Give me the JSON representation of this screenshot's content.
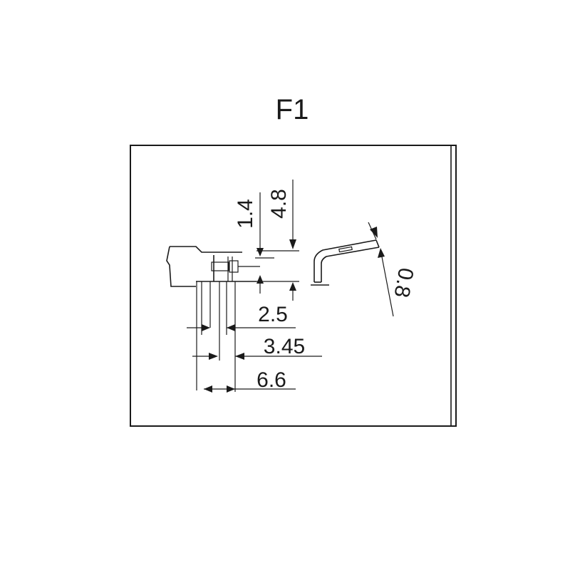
{
  "title": "F1",
  "dimensions": {
    "d_1_4": "1.4",
    "d_4_8": "4.8",
    "d_2_5": "2.5",
    "d_3_45": "3.45",
    "d_6_6": "6.6",
    "d_0_8": "0.8"
  }
}
